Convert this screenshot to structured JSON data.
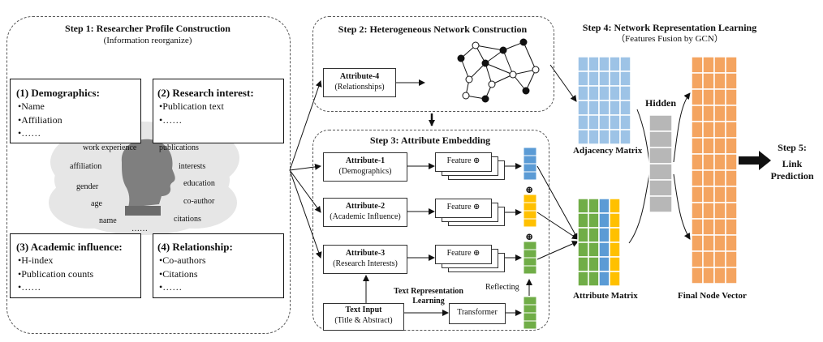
{
  "step1": {
    "title": "Step 1: Researcher Profile Construction",
    "subtitle": "(Information reorganize)",
    "demographics": {
      "title": "(1) Demographics:",
      "items": [
        "•Name",
        "•Affiliation",
        "•……"
      ]
    },
    "research_interest": {
      "title": "(2) Research interest:",
      "items": [
        "•Publication text",
        "•……"
      ]
    },
    "academic_influence": {
      "title": "(3) Academic influence:",
      "items": [
        "•H-index",
        "•Publication counts",
        "•……"
      ]
    },
    "relationship": {
      "title": "(4) Relationship:",
      "items": [
        "•Co-authors",
        "•Citations",
        "•……"
      ]
    },
    "cloud_words": [
      "work experience",
      "publications",
      "affiliation",
      "interests",
      "gender",
      "education",
      "age",
      "co-author",
      "name",
      "citations",
      "……"
    ]
  },
  "step2": {
    "title": "Step 2: Heterogeneous Network Construction",
    "attr4": {
      "name": "Attribute-4",
      "desc": "(Relationships)"
    }
  },
  "step3": {
    "title": "Step 3: Attribute  Embedding",
    "attr1": {
      "name": "Attribute-1",
      "desc": "(Demographics)"
    },
    "attr2": {
      "name": "Attribute-2",
      "desc": "(Academic Influence)"
    },
    "attr3": {
      "name": "Attribute-3",
      "desc": "(Research Interests)"
    },
    "feature_label": "Feature ⊕",
    "oplus": "⊕",
    "text_input": {
      "name": "Text Input",
      "desc": "(Title & Abstract)"
    },
    "text_rep_label1": "Text Representation",
    "text_rep_label2": "Learning",
    "transformer": "Transformer",
    "reflecting": "Reflecting"
  },
  "step4": {
    "title": "Step 4: Network Representation Learning",
    "subtitle": "（Features Fusion by GCN）",
    "adjacency": "Adjacency Matrix",
    "attribute": "Attribute Matrix",
    "hidden": "Hidden",
    "final": "Final  Node Vector"
  },
  "step5": {
    "title": "Step 5:",
    "line1": "Link",
    "line2": "Prediction"
  },
  "colors": {
    "blue": "#9dc3e6",
    "blue_dark": "#5b9bd5",
    "green": "#70ad47",
    "yellow": "#ffc000",
    "gray": "#b7b7b7",
    "orange": "#f4a460",
    "orange_edge": "#f08030"
  }
}
